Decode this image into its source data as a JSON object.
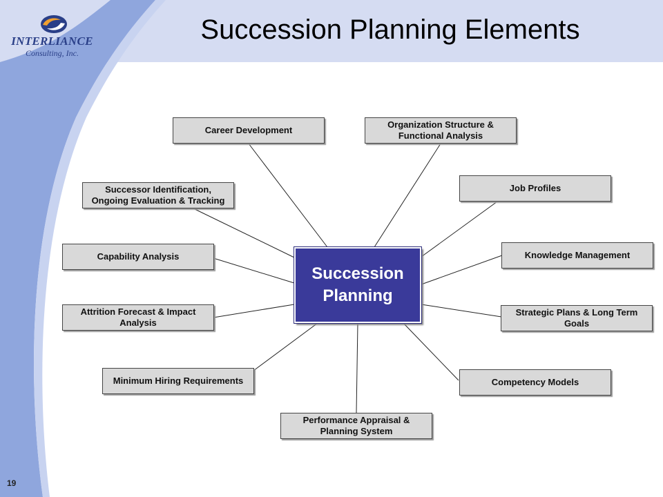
{
  "slide": {
    "title": "Succession Planning Elements",
    "page_number": "19"
  },
  "logo": {
    "name": "INTERLIANCE",
    "subtitle": "Consulting, Inc."
  },
  "center": {
    "line1": "Succession",
    "line2": "Planning"
  },
  "elements": [
    {
      "id": "career",
      "label": "Career Development"
    },
    {
      "id": "org",
      "label": "Organization Structure & Functional Analysis"
    },
    {
      "id": "successor",
      "label": "Successor Identification, Ongoing Evaluation & Tracking"
    },
    {
      "id": "job",
      "label": "Job Profiles"
    },
    {
      "id": "capability",
      "label": "Capability Analysis"
    },
    {
      "id": "knowledge",
      "label": "Knowledge Management"
    },
    {
      "id": "attrition",
      "label": "Attrition Forecast & Impact Analysis"
    },
    {
      "id": "strategic",
      "label": "Strategic Plans & Long Term Goals"
    },
    {
      "id": "hiring",
      "label": "Minimum Hiring Requirements"
    },
    {
      "id": "competency",
      "label": "Competency Models"
    },
    {
      "id": "performance",
      "label": "Performance Appraisal & Planning System"
    }
  ],
  "colors": {
    "center_fill": "#3a3a9a",
    "box_fill": "#d9d9d9",
    "band_light": "#d5dcf2",
    "band_dark": "#8fa6dd"
  }
}
